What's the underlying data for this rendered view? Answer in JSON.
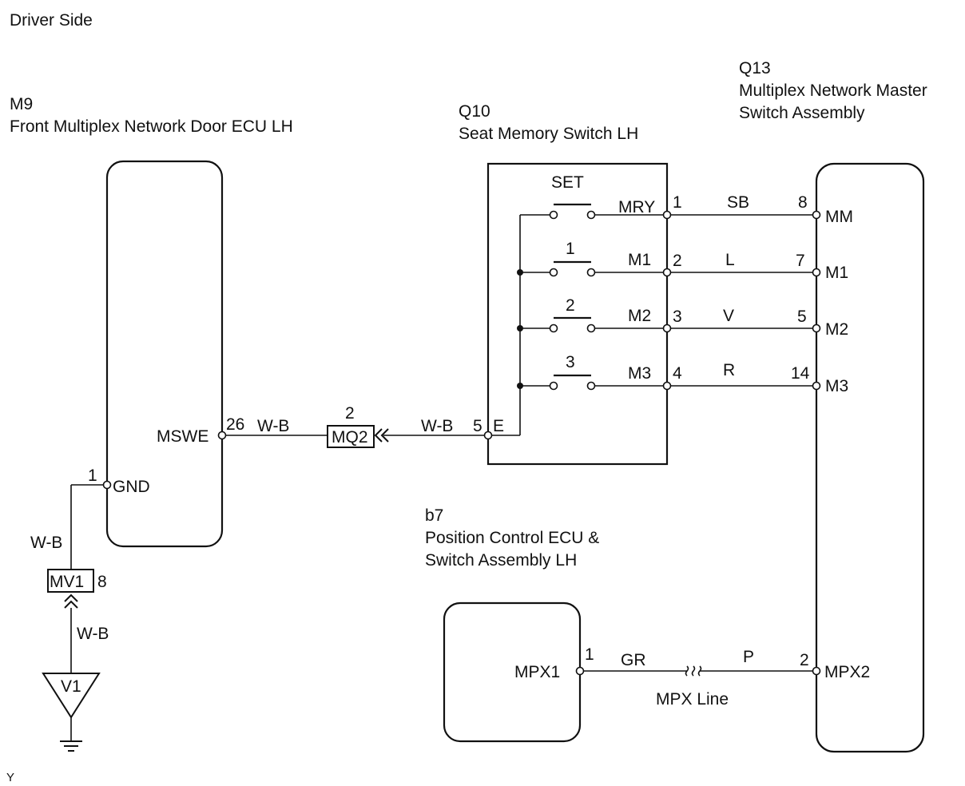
{
  "page_title": "Driver Side",
  "corner_mark": "Y",
  "components": {
    "m9": {
      "code": "M9",
      "name": "Front Multiplex Network Door ECU LH",
      "pins": {
        "mswe": {
          "name": "MSWE",
          "num": "26"
        },
        "gnd": {
          "name": "GND",
          "num": "1"
        }
      }
    },
    "q10": {
      "code": "Q10",
      "name": "Seat Memory Switch LH",
      "switches": [
        "SET",
        "1",
        "2",
        "3"
      ],
      "pins": [
        {
          "name": "MRY",
          "num": "1"
        },
        {
          "name": "M1",
          "num": "2"
        },
        {
          "name": "M2",
          "num": "3"
        },
        {
          "name": "M3",
          "num": "4"
        }
      ],
      "ground_pin": {
        "name": "E",
        "num": "5"
      }
    },
    "q13": {
      "code": "Q13",
      "name_line1": "Multiplex Network Master",
      "name_line2": "Switch Assembly",
      "pins": [
        {
          "name": "MM",
          "num": "8"
        },
        {
          "name": "M1",
          "num": "7"
        },
        {
          "name": "M2",
          "num": "5"
        },
        {
          "name": "M3",
          "num": "14"
        },
        {
          "name": "MPX2",
          "num": "2"
        }
      ]
    },
    "b7": {
      "code": "b7",
      "name_line1": "Position Control ECU &",
      "name_line2": "Switch Assembly LH",
      "pin": {
        "name": "MPX1",
        "num": "1"
      }
    }
  },
  "wires": {
    "switch_wires": [
      "SB",
      "L",
      "V",
      "R"
    ],
    "mswe_left": "W-B",
    "mswe_right": "W-B",
    "gnd_upper": "W-B",
    "gnd_lower": "W-B",
    "mpx_left": "GR",
    "mpx_right": "P",
    "mpx_line_label": "MPX Line"
  },
  "connectors": {
    "mq2": {
      "name": "MQ2",
      "pin": "2"
    },
    "mv1": {
      "name": "MV1",
      "pin": "8"
    }
  },
  "ground_point": "V1"
}
